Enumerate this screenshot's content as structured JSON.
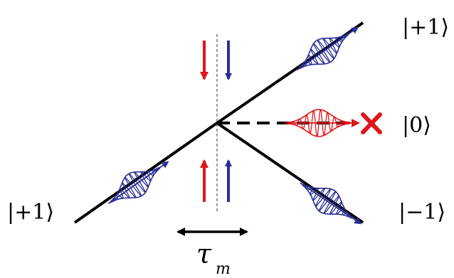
{
  "diagram": {
    "labels": {
      "input_ket": "|+1⟩",
      "output_plus_ket": "|+1⟩",
      "output_zero_ket": "|0⟩",
      "output_minus_ket": "|−1⟩",
      "tau_symbol": "τ",
      "tau_subscript": "m"
    },
    "colors": {
      "line": "#000000",
      "blue_wave": "#2a2f96",
      "red_wave": "#e0141b",
      "background": "#ffffff"
    },
    "icons": {
      "blocked": "cross-icon",
      "interval": "double-arrow-icon"
    }
  }
}
